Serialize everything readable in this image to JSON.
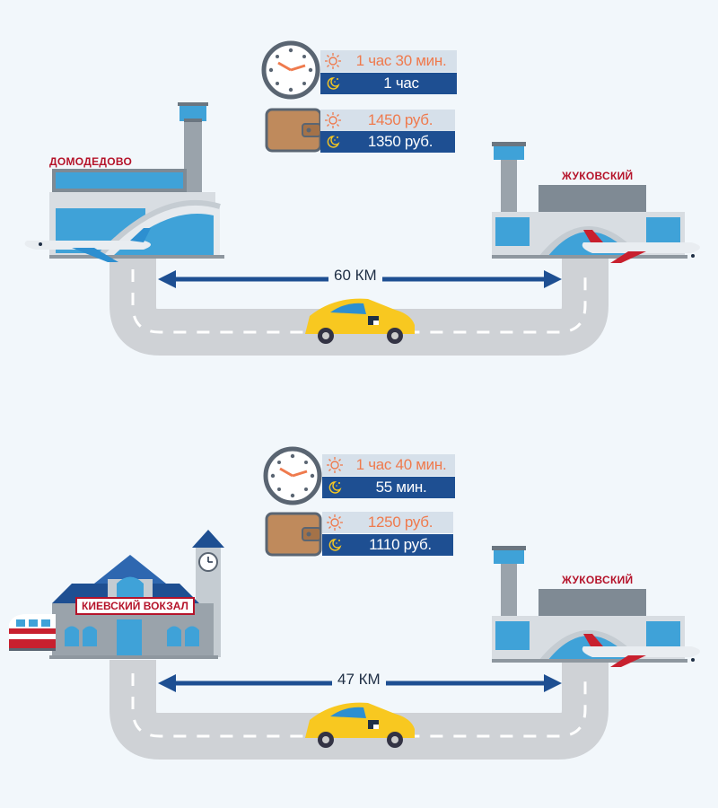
{
  "routes": [
    {
      "origin": "ДОМОДЕДОВО",
      "destination": "ЖУКОВСКИЙ",
      "time_day": "1 час 30 мин.",
      "time_night": "1 час",
      "price_day": "1450 руб.",
      "price_night": "1350 руб.",
      "distance": "60 КМ"
    },
    {
      "origin": "КИЕВСКИЙ ВОКЗАЛ",
      "destination": "ЖУКОВСКИЙ",
      "time_day": "1 час 40 мин.",
      "time_night": "55 мин.",
      "price_day": "1250 руб.",
      "price_night": "1110 руб.",
      "distance": "47 КМ"
    }
  ],
  "icons": {
    "clock": "clock-icon",
    "wallet": "wallet-icon",
    "sun": "sun-icon",
    "moon": "moon-stars-icon",
    "taxi": "taxi-icon"
  },
  "colors": {
    "road": "#cfd2d6",
    "arrow": "#1e4f92",
    "day_row": "#d6e0ea",
    "day_text": "#ef7a4d",
    "night_row": "#1e4f92",
    "taxi": "#f8c820",
    "sign": "#b5132a"
  }
}
